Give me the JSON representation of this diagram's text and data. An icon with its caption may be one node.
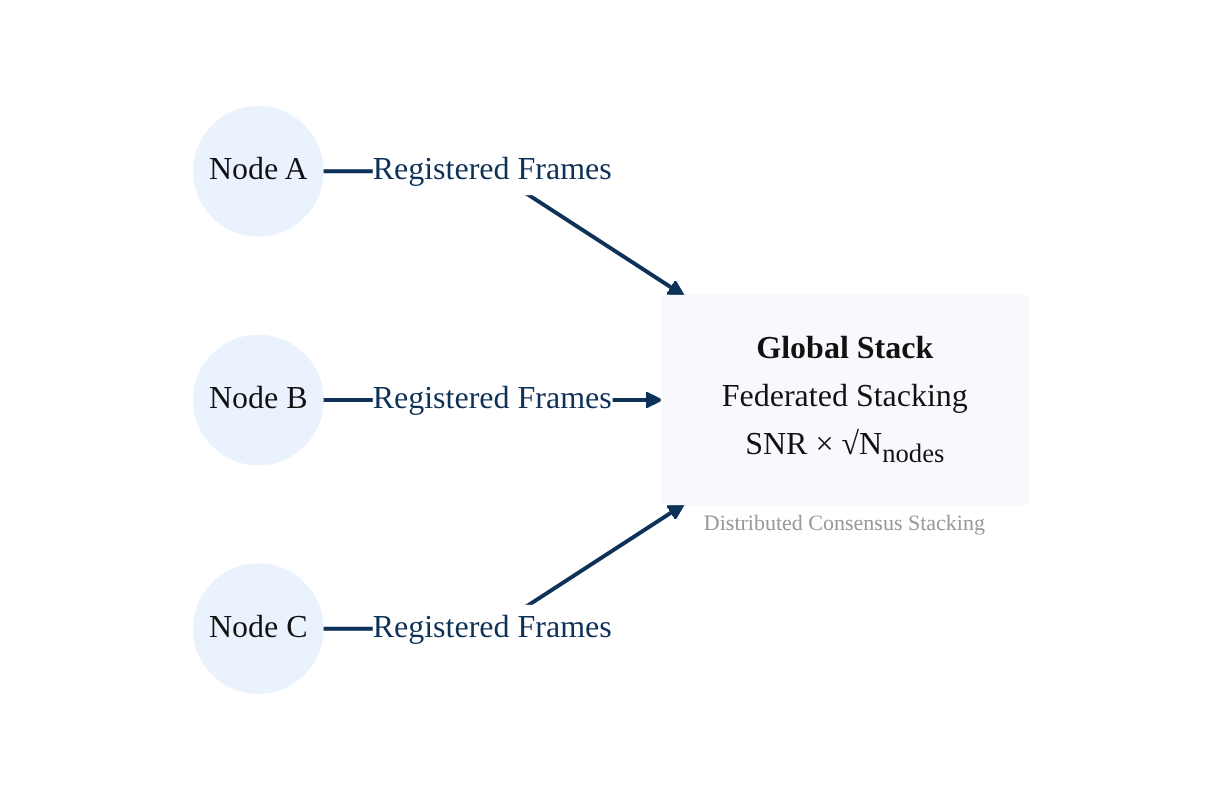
{
  "diagram": {
    "nodes": [
      {
        "text": [
          "Node A"
        ]
      },
      {
        "text": [
          "Node B"
        ]
      },
      {
        "text": [
          "Node C"
        ]
      },
      {
        "text": [
          "Global Stack",
          "Federated Stacking",
          "SNR × √N$_{nodes}$"
        ],
        "beside": [
          "Distributed Consensus Stacking"
        ]
      }
    ],
    "edges": [
      {
        "from": 0,
        "to": 3,
        "arrow": "to",
        "label": "Registered Frames"
      },
      {
        "from": 1,
        "to": 3,
        "arrow": "to",
        "label": "Registered Frames"
      },
      {
        "from": 2,
        "to": 3,
        "arrow": "to",
        "label": "Registered Frames"
      }
    ]
  }
}
